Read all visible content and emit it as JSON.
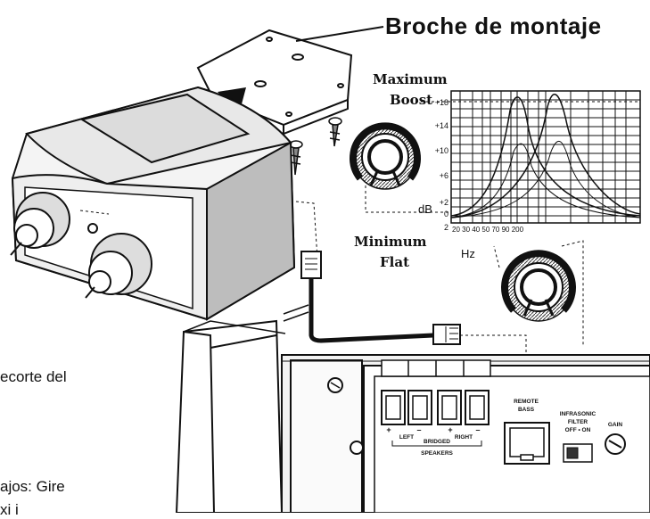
{
  "title": "Broche de montaje",
  "labels": {
    "maximum": "Maximum",
    "boost": "Boost",
    "minimum": "Minimum",
    "flat": "Flat",
    "db": "dB",
    "hz": "Hz"
  },
  "db_scale": [
    "+18",
    "+14",
    "+10",
    "+6",
    "+2",
    "0",
    "2"
  ],
  "hz_scale": "20 30 40 50 70 90 200",
  "amp_labels": {
    "remote_bass": [
      "REMOTE",
      "BASS"
    ],
    "infrasonic": [
      "INFRASONIC",
      "FILTER",
      "OFF • ON"
    ],
    "gain": "GAIN",
    "left": "LEFT",
    "right": "RIGHT",
    "bridged": "BRIDGED",
    "speakers": "SPEAKERS",
    "plus": "+",
    "minus": "–"
  },
  "text_fragments": {
    "line1": "ecorte del",
    "line2": "ajos: Gire",
    "line3": "xi i"
  }
}
